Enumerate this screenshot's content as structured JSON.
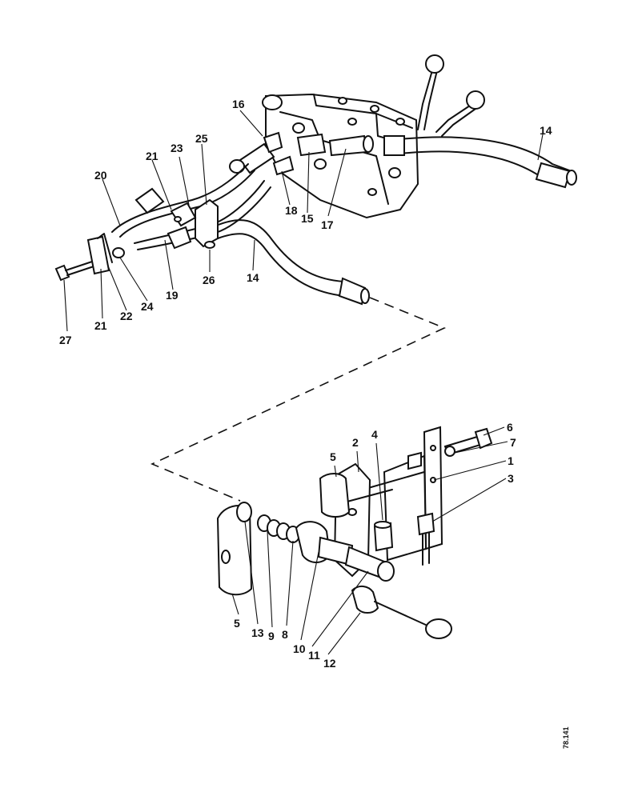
{
  "callouts": {
    "c1": "1",
    "c2": "2",
    "c3": "3",
    "c4": "4",
    "c5a": "5",
    "c5b": "5",
    "c6": "6",
    "c7": "7",
    "c8": "8",
    "c9": "9",
    "c10": "10",
    "c11": "11",
    "c12": "12",
    "c13": "13",
    "c14a": "14",
    "c14b": "14",
    "c15": "15",
    "c16": "16",
    "c17": "17",
    "c18": "18",
    "c19": "19",
    "c20": "20",
    "c21a": "21",
    "c21b": "21",
    "c22": "22",
    "c23": "23",
    "c24": "24",
    "c25": "25",
    "c26": "26",
    "c27": "27"
  },
  "drawing_ref": "78.141"
}
